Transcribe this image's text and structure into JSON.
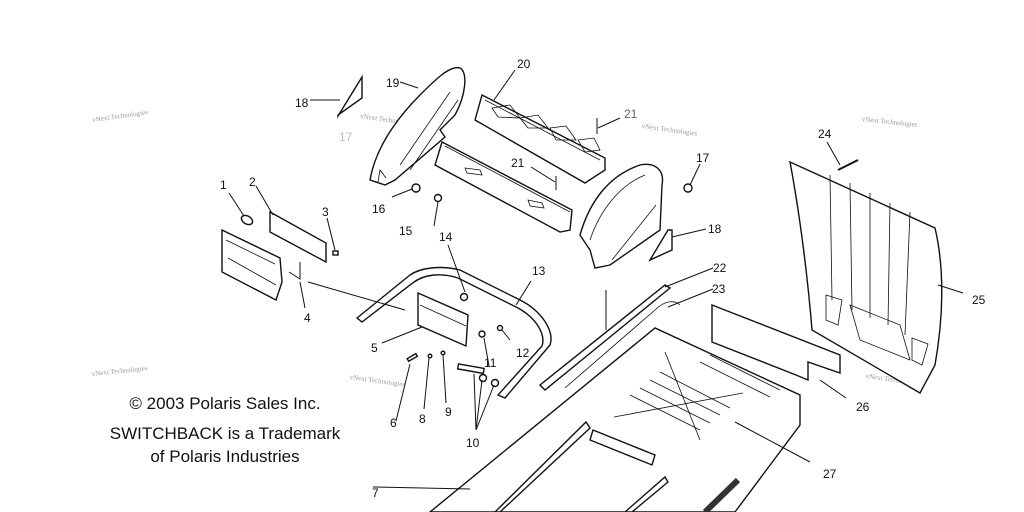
{
  "credits": {
    "copyright": "© 2003 Polaris Sales Inc.",
    "trademark_line1": "SWITCHBACK is a Trademark",
    "trademark_line2": "of Polaris Industries"
  },
  "watermark": "vNext Technologies",
  "callouts": [
    "1",
    "2",
    "3",
    "4",
    "5",
    "6",
    "7",
    "8",
    "9",
    "10",
    "11",
    "12",
    "13",
    "14",
    "15",
    "16",
    "17",
    "17",
    "18",
    "18",
    "19",
    "20",
    "21",
    "21",
    "22",
    "23",
    "24",
    "25",
    "26",
    "27"
  ]
}
